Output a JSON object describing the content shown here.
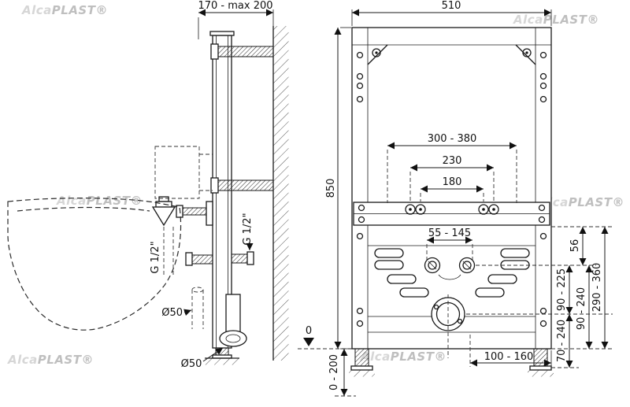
{
  "watermark": {
    "alca": "Alca",
    "plast": "PLAST®"
  },
  "dims": {
    "side_depth": "170 - max 200",
    "front_width": "510",
    "front_height": "850",
    "rail_range": "300 - 380",
    "bolt_outer": "230",
    "bolt_inner": "180",
    "inlet_range": "55 - 145",
    "g_half": "G 1/2\"",
    "dia50": "Ø50",
    "zero": "0",
    "foot_range": "0 - 200",
    "d56": "56",
    "d90_225": "90 - 225",
    "d290_360": "290 - 360",
    "d90_240": "90 - 240",
    "d70_240": "70 - 240",
    "drain_offset": "100 - 160"
  },
  "colors": {
    "line": "#1a1a1a",
    "watermark": "#c9c9c9"
  }
}
